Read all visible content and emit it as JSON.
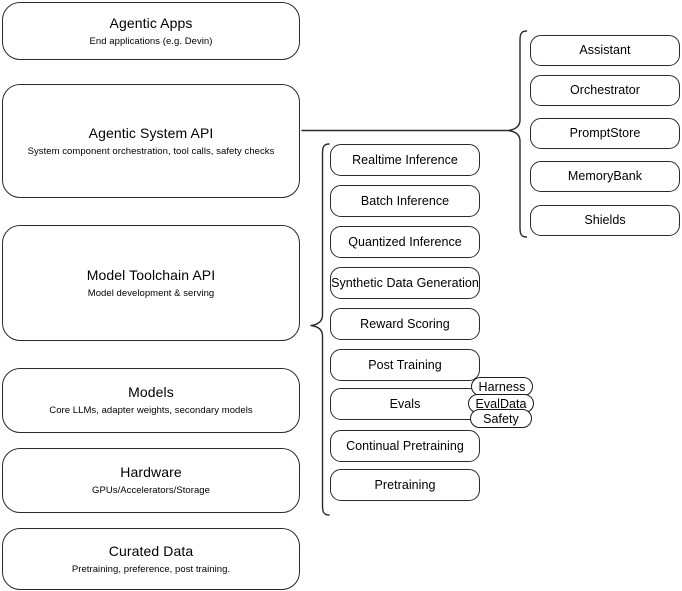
{
  "diagram": {
    "title": "Agentic stack layer diagram",
    "accent_color": "#2a2a2a",
    "background_color": "#ffffff"
  },
  "layers": [
    {
      "id": "agentic-apps",
      "title": "Agentic Apps",
      "subtitle": "End applications (e.g. Devin)"
    },
    {
      "id": "agentic-system-api",
      "title": "Agentic System API",
      "subtitle": "System component orchestration, tool calls, safety checks"
    },
    {
      "id": "model-toolchain-api",
      "title": "Model Toolchain API",
      "subtitle": "Model development & serving"
    },
    {
      "id": "models",
      "title": "Models",
      "subtitle": "Core LLMs, adapter weights, secondary models"
    },
    {
      "id": "hardware",
      "title": "Hardware",
      "subtitle": "GPUs/Accelerators/Storage"
    },
    {
      "id": "curated-data",
      "title": "Curated Data",
      "subtitle": "Pretraining, preference, post training."
    }
  ],
  "toolchain_capabilities": [
    {
      "id": "realtime-inference",
      "label": "Realtime Inference"
    },
    {
      "id": "batch-inference",
      "label": "Batch Inference"
    },
    {
      "id": "quantized-inference",
      "label": "Quantized Inference"
    },
    {
      "id": "synthetic-data-generation",
      "label": "Synthetic Data Generation"
    },
    {
      "id": "reward-scoring",
      "label": "Reward Scoring"
    },
    {
      "id": "post-training",
      "label": "Post Training"
    },
    {
      "id": "evals",
      "label": "Evals"
    },
    {
      "id": "continual-pretraining",
      "label": "Continual Pretraining"
    },
    {
      "id": "pretraining",
      "label": "Pretraining"
    }
  ],
  "system_components": [
    {
      "id": "assistant",
      "label": "Assistant"
    },
    {
      "id": "orchestrator",
      "label": "Orchestrator"
    },
    {
      "id": "promptstore",
      "label": "PromptStore"
    },
    {
      "id": "memorybank",
      "label": "MemoryBank"
    },
    {
      "id": "shields",
      "label": "Shields"
    }
  ],
  "eval_tags": [
    {
      "id": "harness",
      "label": "Harness"
    },
    {
      "id": "evaldata",
      "label": "EvalData"
    },
    {
      "id": "safety",
      "label": "Safety"
    }
  ]
}
